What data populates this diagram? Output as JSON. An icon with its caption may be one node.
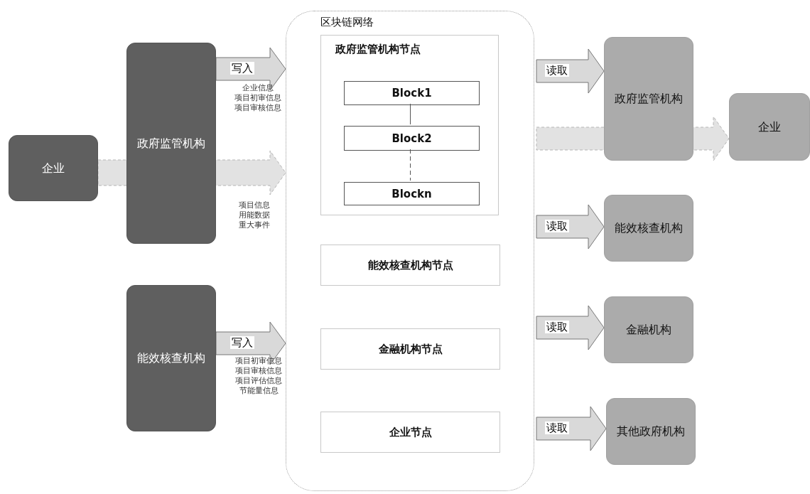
{
  "diagram": {
    "nodes": [
      {
        "text": [
          "企业"
        ]
      },
      {
        "text": [
          "政府监管机构"
        ]
      },
      {
        "text": [
          "能效核查机构"
        ]
      },
      {
        "text": [
          "区块链网络"
        ]
      },
      {
        "text": [
          "政府监管机构节点"
        ],
        "in": 3
      },
      {
        "text": [
          "Block1"
        ],
        "in": 4
      },
      {
        "text": [
          "Block2"
        ],
        "in": 4
      },
      {
        "text": [
          "Blockn"
        ],
        "in": 4
      },
      {
        "text": [
          "能效核查机构节点"
        ],
        "in": 3
      },
      {
        "text": [
          "金融机构节点"
        ],
        "in": 3
      },
      {
        "text": [
          "企业节点"
        ],
        "in": 3
      },
      {
        "text": [
          "政府监管机构"
        ]
      },
      {
        "text": [
          "企业"
        ]
      },
      {
        "text": [
          "能效核查机构"
        ]
      },
      {
        "text": [
          "金融机构"
        ]
      },
      {
        "text": [
          "其他政府机构"
        ]
      }
    ],
    "edges": [
      {
        "from": 1,
        "to": 3,
        "arrow": "to",
        "label": "写入"
      },
      {
        "from": 0,
        "to": 3,
        "arrow": "to",
        "style": "dashed"
      },
      {
        "from": 2,
        "to": 3,
        "arrow": "to",
        "label": "写入"
      },
      {
        "from": 3,
        "to": 11,
        "arrow": "to",
        "label": "读取"
      },
      {
        "from": 3,
        "to": 12,
        "arrow": "to",
        "style": "dashed"
      },
      {
        "from": 3,
        "to": 13,
        "arrow": "to",
        "label": "读取"
      },
      {
        "from": 3,
        "to": 14,
        "arrow": "to",
        "label": "读取"
      },
      {
        "from": 3,
        "to": 15,
        "arrow": "to",
        "label": "读取"
      },
      {
        "from": 5,
        "to": 6,
        "arrow": "none"
      },
      {
        "from": 6,
        "to": 7,
        "arrow": "none",
        "style": "dashed"
      }
    ],
    "labels": [
      "企业信息",
      "项目初审信息",
      "项目审核信息",
      "项目信息",
      "用能数据",
      "重大事件",
      "项目初审信息",
      "项目审核信息",
      "项目评估信息",
      "节能量信息"
    ]
  }
}
